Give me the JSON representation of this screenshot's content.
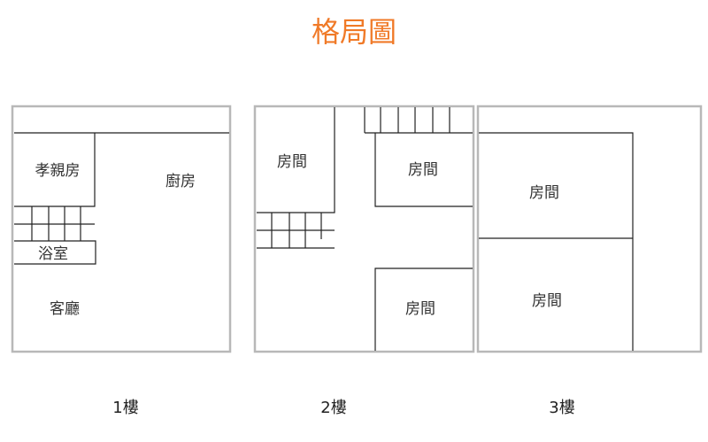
{
  "title": "格局圖",
  "title_color": "#f07a28",
  "floors": [
    {
      "label": "1樓",
      "rooms": [
        "孝親房",
        "廚房",
        "浴室",
        "客廳"
      ]
    },
    {
      "label": "2樓",
      "rooms": [
        "房間",
        "房間",
        "房間"
      ]
    },
    {
      "label": "3樓",
      "rooms": [
        "房間",
        "房間"
      ]
    }
  ]
}
